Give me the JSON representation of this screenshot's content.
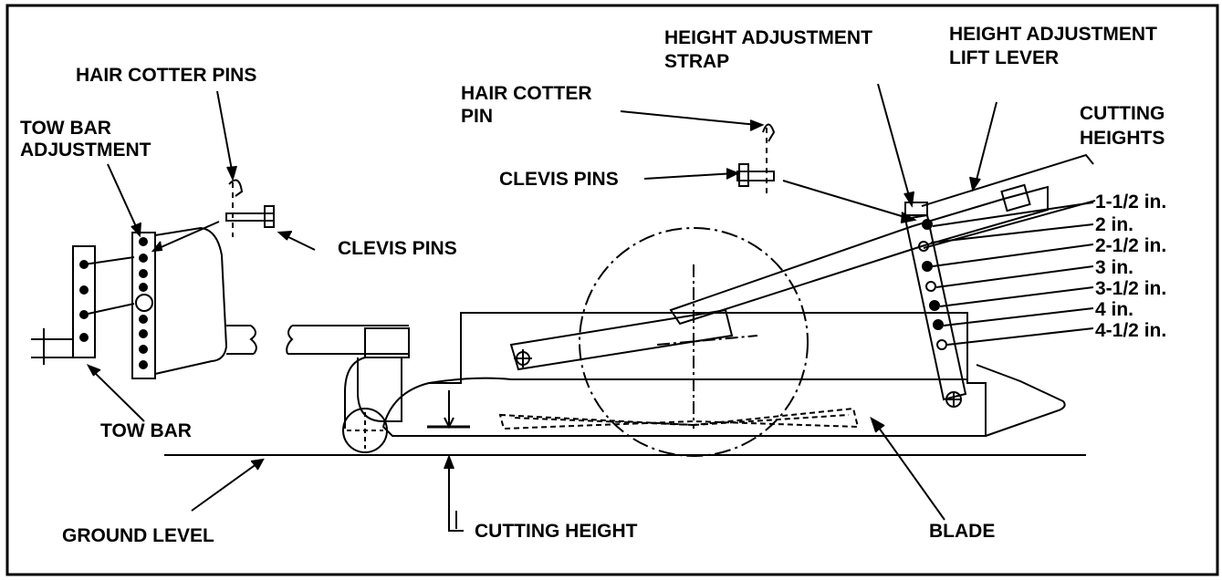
{
  "labels": {
    "hair_cotter_pins": "HAIR COTTER PINS",
    "tow_bar_adjustment_1": "TOW BAR",
    "tow_bar_adjustment_2": "ADJUSTMENT",
    "clevis_pins_left": "CLEVIS PINS",
    "tow_bar": "TOW BAR",
    "ground_level": "GROUND LEVEL",
    "hair_cotter_pin_1": "HAIR COTTER",
    "hair_cotter_pin_2": "PIN",
    "clevis_pins_center": "CLEVIS PINS",
    "height_adjustment_strap_1": "HEIGHT ADJUSTMENT",
    "height_adjustment_strap_2": "STRAP",
    "height_adjustment_lift_lever_1": "HEIGHT ADJUSTMENT",
    "height_adjustment_lift_lever_2": "LIFT LEVER",
    "cutting_heights_1": "CUTTING",
    "cutting_heights_2": "HEIGHTS",
    "cutting_height": "CUTTING HEIGHT",
    "blade": "BLADE"
  },
  "cutting_heights": [
    "1-1/2 in.",
    "2 in.",
    "2-1/2 in.",
    "3 in.",
    "3-1/2 in.",
    "4 in.",
    "4-1/2 in."
  ]
}
